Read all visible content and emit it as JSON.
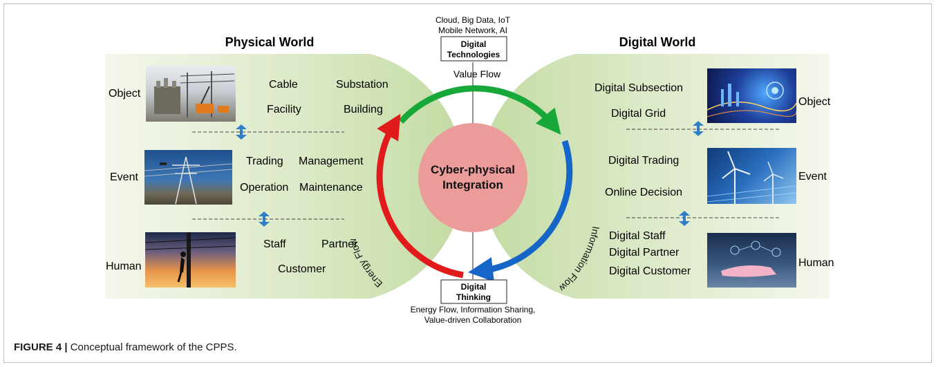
{
  "physical": {
    "title": "Physical World",
    "row_labels": {
      "object": "Object",
      "event": "Event",
      "human": "Human"
    },
    "object_items": [
      "Cable",
      "Substation",
      "Facility",
      "Building"
    ],
    "event_items": [
      "Trading",
      "Management",
      "Operation",
      "Maintenance"
    ],
    "human_items": [
      "Staff",
      "Partner",
      "Customer"
    ]
  },
  "digital": {
    "title": "Digital World",
    "row_labels": {
      "object": "Object",
      "event": "Event",
      "human": "Human"
    },
    "object_items": [
      "Digital Subsection",
      "Digital Grid"
    ],
    "event_items": [
      "Digital Trading",
      "Online Decision"
    ],
    "human_items": [
      "Digital Staff",
      "Digital Partner",
      "Digital Customer"
    ]
  },
  "center": {
    "line1": "Cyber-physical",
    "line2": "Integration",
    "fill": "#ec9b9b"
  },
  "top": {
    "tech_line1": "Cloud, Big Data, IoT",
    "tech_line2": "Mobile Network, AI",
    "box_line1": "Digital",
    "box_line2": "Technologies",
    "flow_label": "Value Flow"
  },
  "bottom": {
    "box_line1": "Digital",
    "box_line2": "Thinking",
    "desc_line1": "Energy Flow, Information Sharing,",
    "desc_line2": "Value-driven Collaboration"
  },
  "flows": {
    "energy": "Energy Flow",
    "information": "Information Flow",
    "value_color": "#18a83a",
    "energy_color": "#e11b1b",
    "information_color": "#1566c8",
    "double_arrow_color": "#2f7fc8"
  },
  "caption": {
    "label": "FIGURE 4 |",
    "text": " Conceptual framework of the CPPS."
  }
}
